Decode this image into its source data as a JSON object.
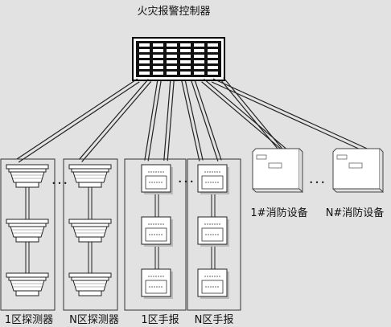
{
  "title": "火灾报警控制器",
  "labels": {
    "detector_1": "1区探测器",
    "detector_n": "N区探测器",
    "manual_1": "1区手报",
    "manual_n": "N区手报",
    "equipment_1": "1#消防设备",
    "equipment_n": "N#消防设备"
  },
  "ellipsis": "• • •"
}
